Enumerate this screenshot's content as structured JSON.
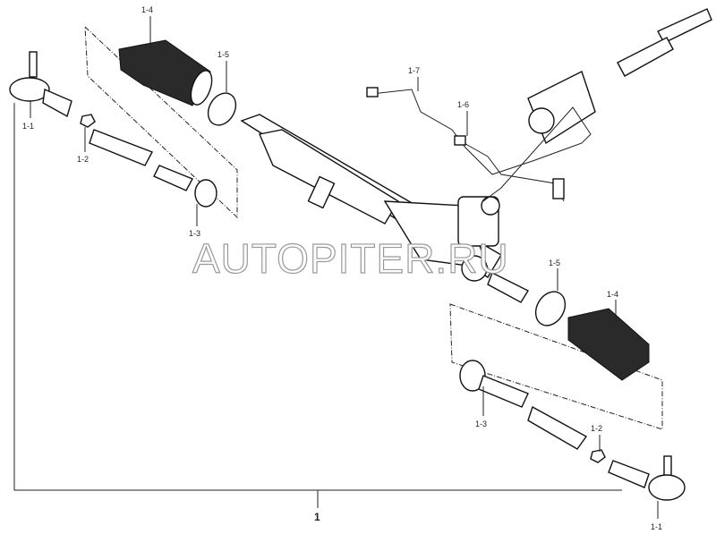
{
  "diagram": {
    "title": "Steering gear assembly exploded view",
    "watermark": "AUTOPITER.RU",
    "callouts": {
      "assembly": "1",
      "tie_rod_end_left": "1-1",
      "lock_nut_left": "1-2",
      "inner_tie_rod_left": "1-3",
      "boot_left": "1-4",
      "clamp_left": "1-5",
      "pipe_a": "1-6",
      "pipe_b": "1-7",
      "clamp_right": "1-5",
      "boot_right": "1-4",
      "inner_tie_rod_right": "1-3",
      "lock_nut_right": "1-2",
      "tie_rod_end_right": "1-1"
    }
  }
}
